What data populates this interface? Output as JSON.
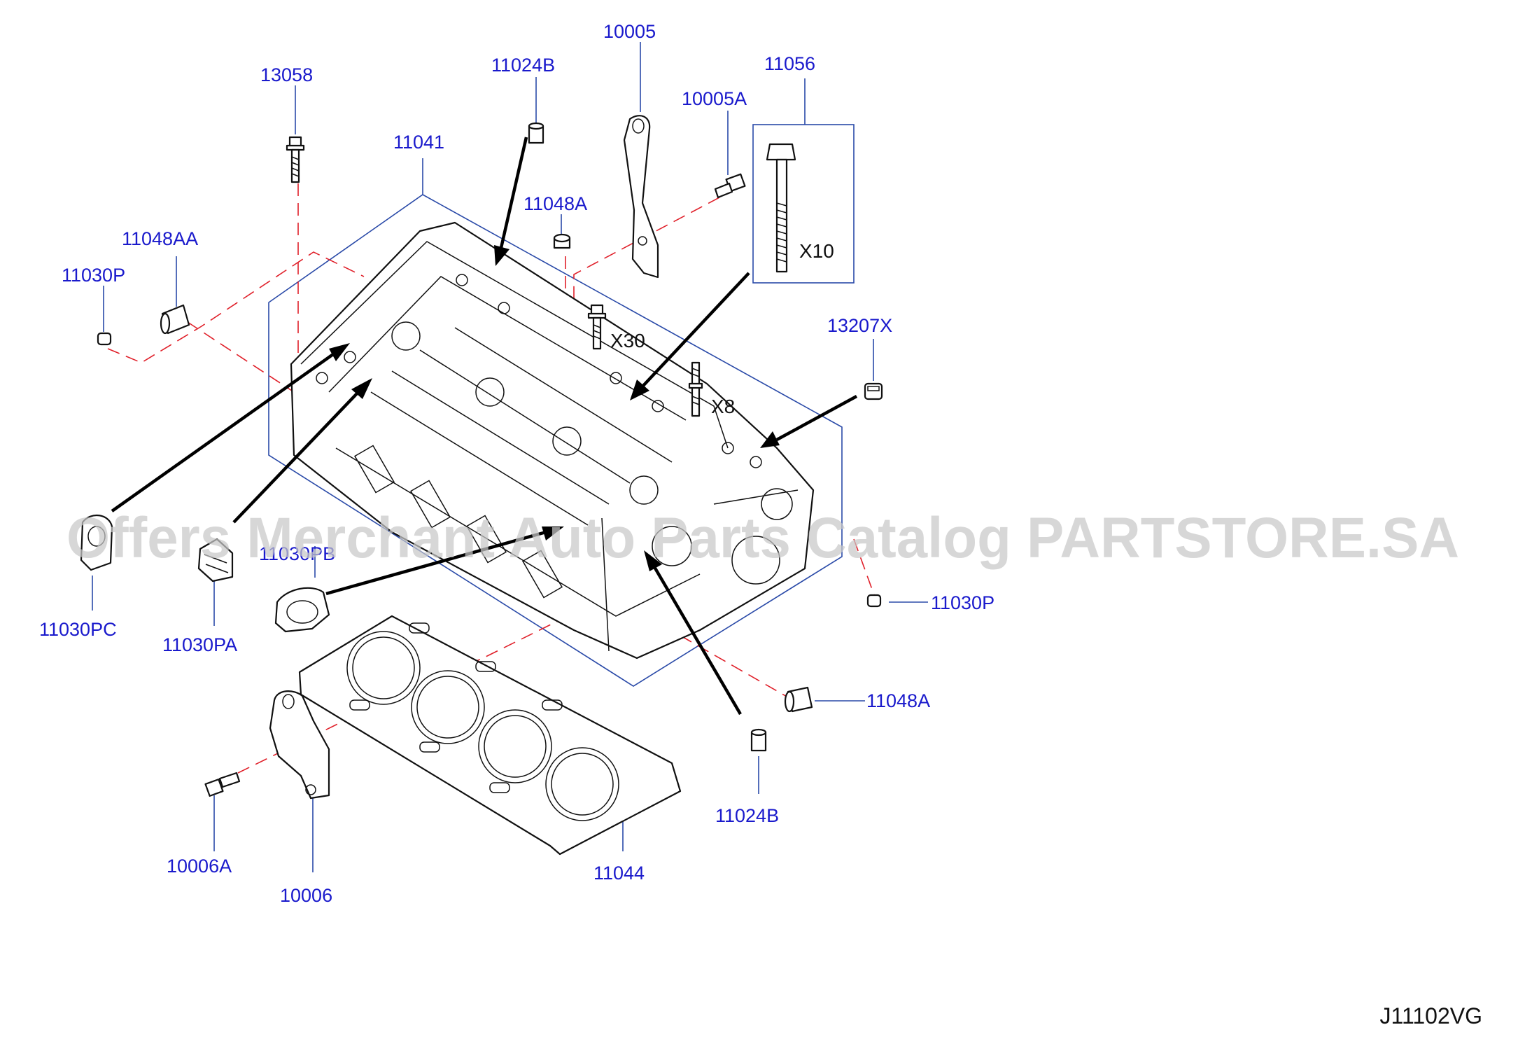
{
  "diagram": {
    "part_labels": {
      "p10005": "10005",
      "p11024B_top": "11024B",
      "p13058": "13058",
      "p11056": "11056",
      "p10005A": "10005A",
      "p11041": "11041",
      "p11048A_top": "11048A",
      "p11048AA": "11048AA",
      "p11030P_left": "11030P",
      "p13207X": "13207X",
      "p11030PB": "11030PB",
      "p11030PC": "11030PC",
      "p11030PA": "11030PA",
      "p11030P_right": "11030P",
      "p11048A_right": "11048A",
      "p11024B_bottom": "11024B",
      "p10006A": "10006A",
      "p10006": "10006",
      "p11044": "11044"
    },
    "quantities": {
      "q11056": "X10",
      "q13058": "X30",
      "q_stud": "X8"
    },
    "diagram_code": "J11102VG",
    "watermark": "Offers Merchant Auto Parts Catalog PARTSTORE.SA"
  }
}
